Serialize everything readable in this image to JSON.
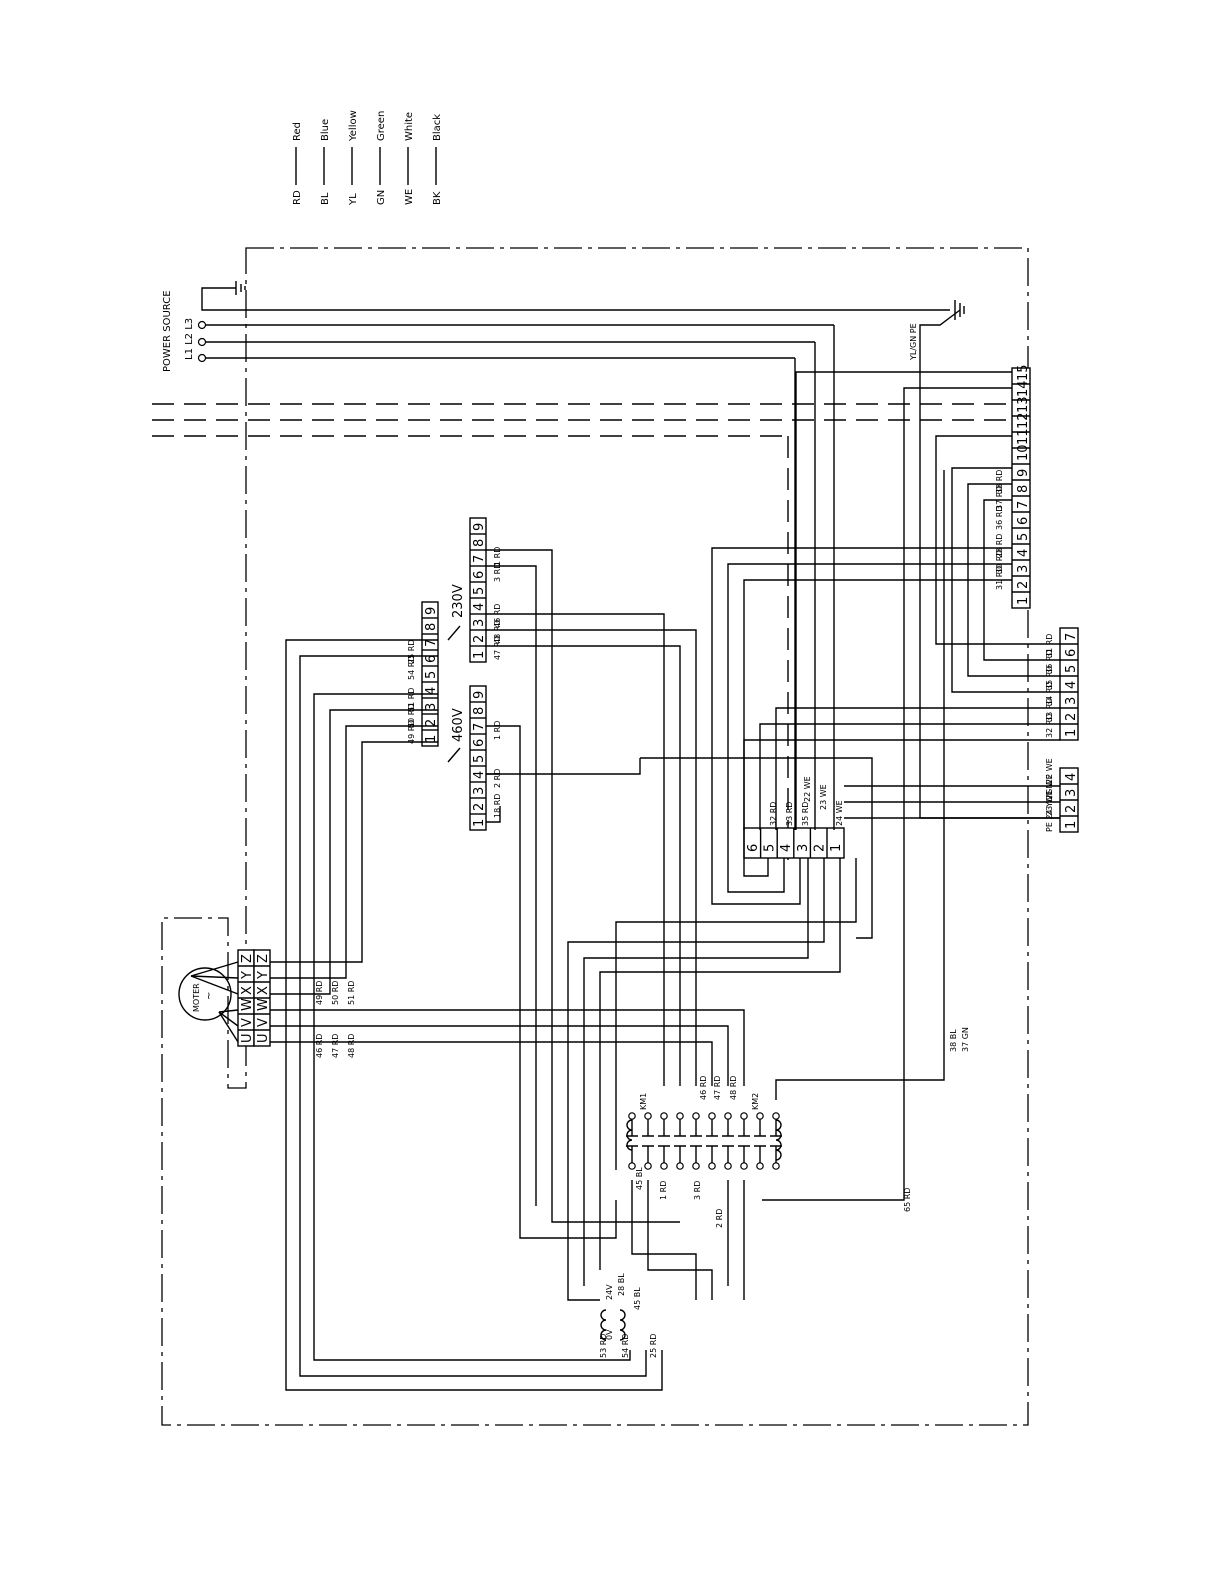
{
  "legend": [
    {
      "code": "RD",
      "name": "Red"
    },
    {
      "code": "BL",
      "name": "Blue"
    },
    {
      "code": "YL",
      "name": "Yellow"
    },
    {
      "code": "GN",
      "name": "Green"
    },
    {
      "code": "WE",
      "name": "White"
    },
    {
      "code": "BK",
      "name": "Black"
    }
  ],
  "power_source": {
    "title": "POWER SOURCE",
    "lines": "L1 L2 L3"
  },
  "motor": {
    "label": "MOTER",
    "symbol": "~",
    "top_terminals": [
      "U",
      "V",
      "W",
      "X",
      "Y",
      "Z"
    ],
    "bottom_terminals": [
      "U",
      "V",
      "W",
      "X",
      "Y",
      "Z"
    ]
  },
  "motor_wires": [
    "46 RD",
    "47 RD",
    "48 RD",
    "49 RD",
    "50 RD",
    "51 RD"
  ],
  "strip_main": {
    "terminals": [
      "1",
      "2",
      "3",
      "4",
      "5",
      "6",
      "7",
      "8",
      "9",
      "10",
      "11",
      "12",
      "13",
      "14",
      "15"
    ],
    "wires": [
      "31 RD",
      "30 RD",
      "28 RD",
      "36 RD",
      "37 RD",
      "38 RD"
    ]
  },
  "strip_motor_link": {
    "terminals": [
      "1",
      "2",
      "3",
      "4",
      "5",
      "6",
      "7",
      "8",
      "9"
    ],
    "wires": [
      "49 RD",
      "50 RD",
      "51 RD",
      "54 RD",
      "25 RD"
    ]
  },
  "strip_230v": {
    "label": "230V",
    "terminals": [
      "1",
      "2",
      "3",
      "4",
      "5",
      "6",
      "7",
      "8",
      "9"
    ],
    "wires": [
      "47 RD",
      "48 RD",
      "46 RD",
      "3 RD",
      "1 RD"
    ]
  },
  "strip_460v": {
    "label": "460V",
    "terminals": [
      "1",
      "2",
      "3",
      "4",
      "5",
      "6",
      "7",
      "8",
      "9"
    ],
    "wires": [
      "18 RD",
      "2 RD",
      "1 RD"
    ]
  },
  "strip_7": {
    "terminals": [
      "1",
      "2",
      "3",
      "4",
      "5",
      "6",
      "7"
    ],
    "wires": [
      "32 RD",
      "33 RD",
      "34 RD",
      "35 RD",
      "36 RD",
      "31 RD"
    ]
  },
  "strip_4": {
    "terminals": [
      "1",
      "2",
      "3",
      "4"
    ],
    "wires": [
      "PE 24 YL/GN",
      "23 WE",
      "21 WE",
      "22 WE"
    ]
  },
  "controller": {
    "terminals": [
      "1",
      "2",
      "3",
      "4",
      "5",
      "6"
    ],
    "wires": [
      "32 RD",
      "33 RD",
      "35 RD",
      "22 WE",
      "23 WE",
      "24 WE"
    ]
  },
  "contactors": {
    "km1": "KM1",
    "km2": "KM2",
    "wires": [
      "46 RD",
      "47 RD",
      "48 RD",
      "45 BL",
      "3 RD",
      "1 RD",
      "2 RD"
    ]
  },
  "transformer": {
    "primary": "24V",
    "secondary": "0V",
    "wires": [
      "28 BL",
      "45 BL",
      "53 RD",
      "54 RD",
      "25 RD"
    ]
  },
  "misc_labels": [
    "YL/GN PE",
    "38 BL",
    "37 GN",
    "65 RD"
  ]
}
